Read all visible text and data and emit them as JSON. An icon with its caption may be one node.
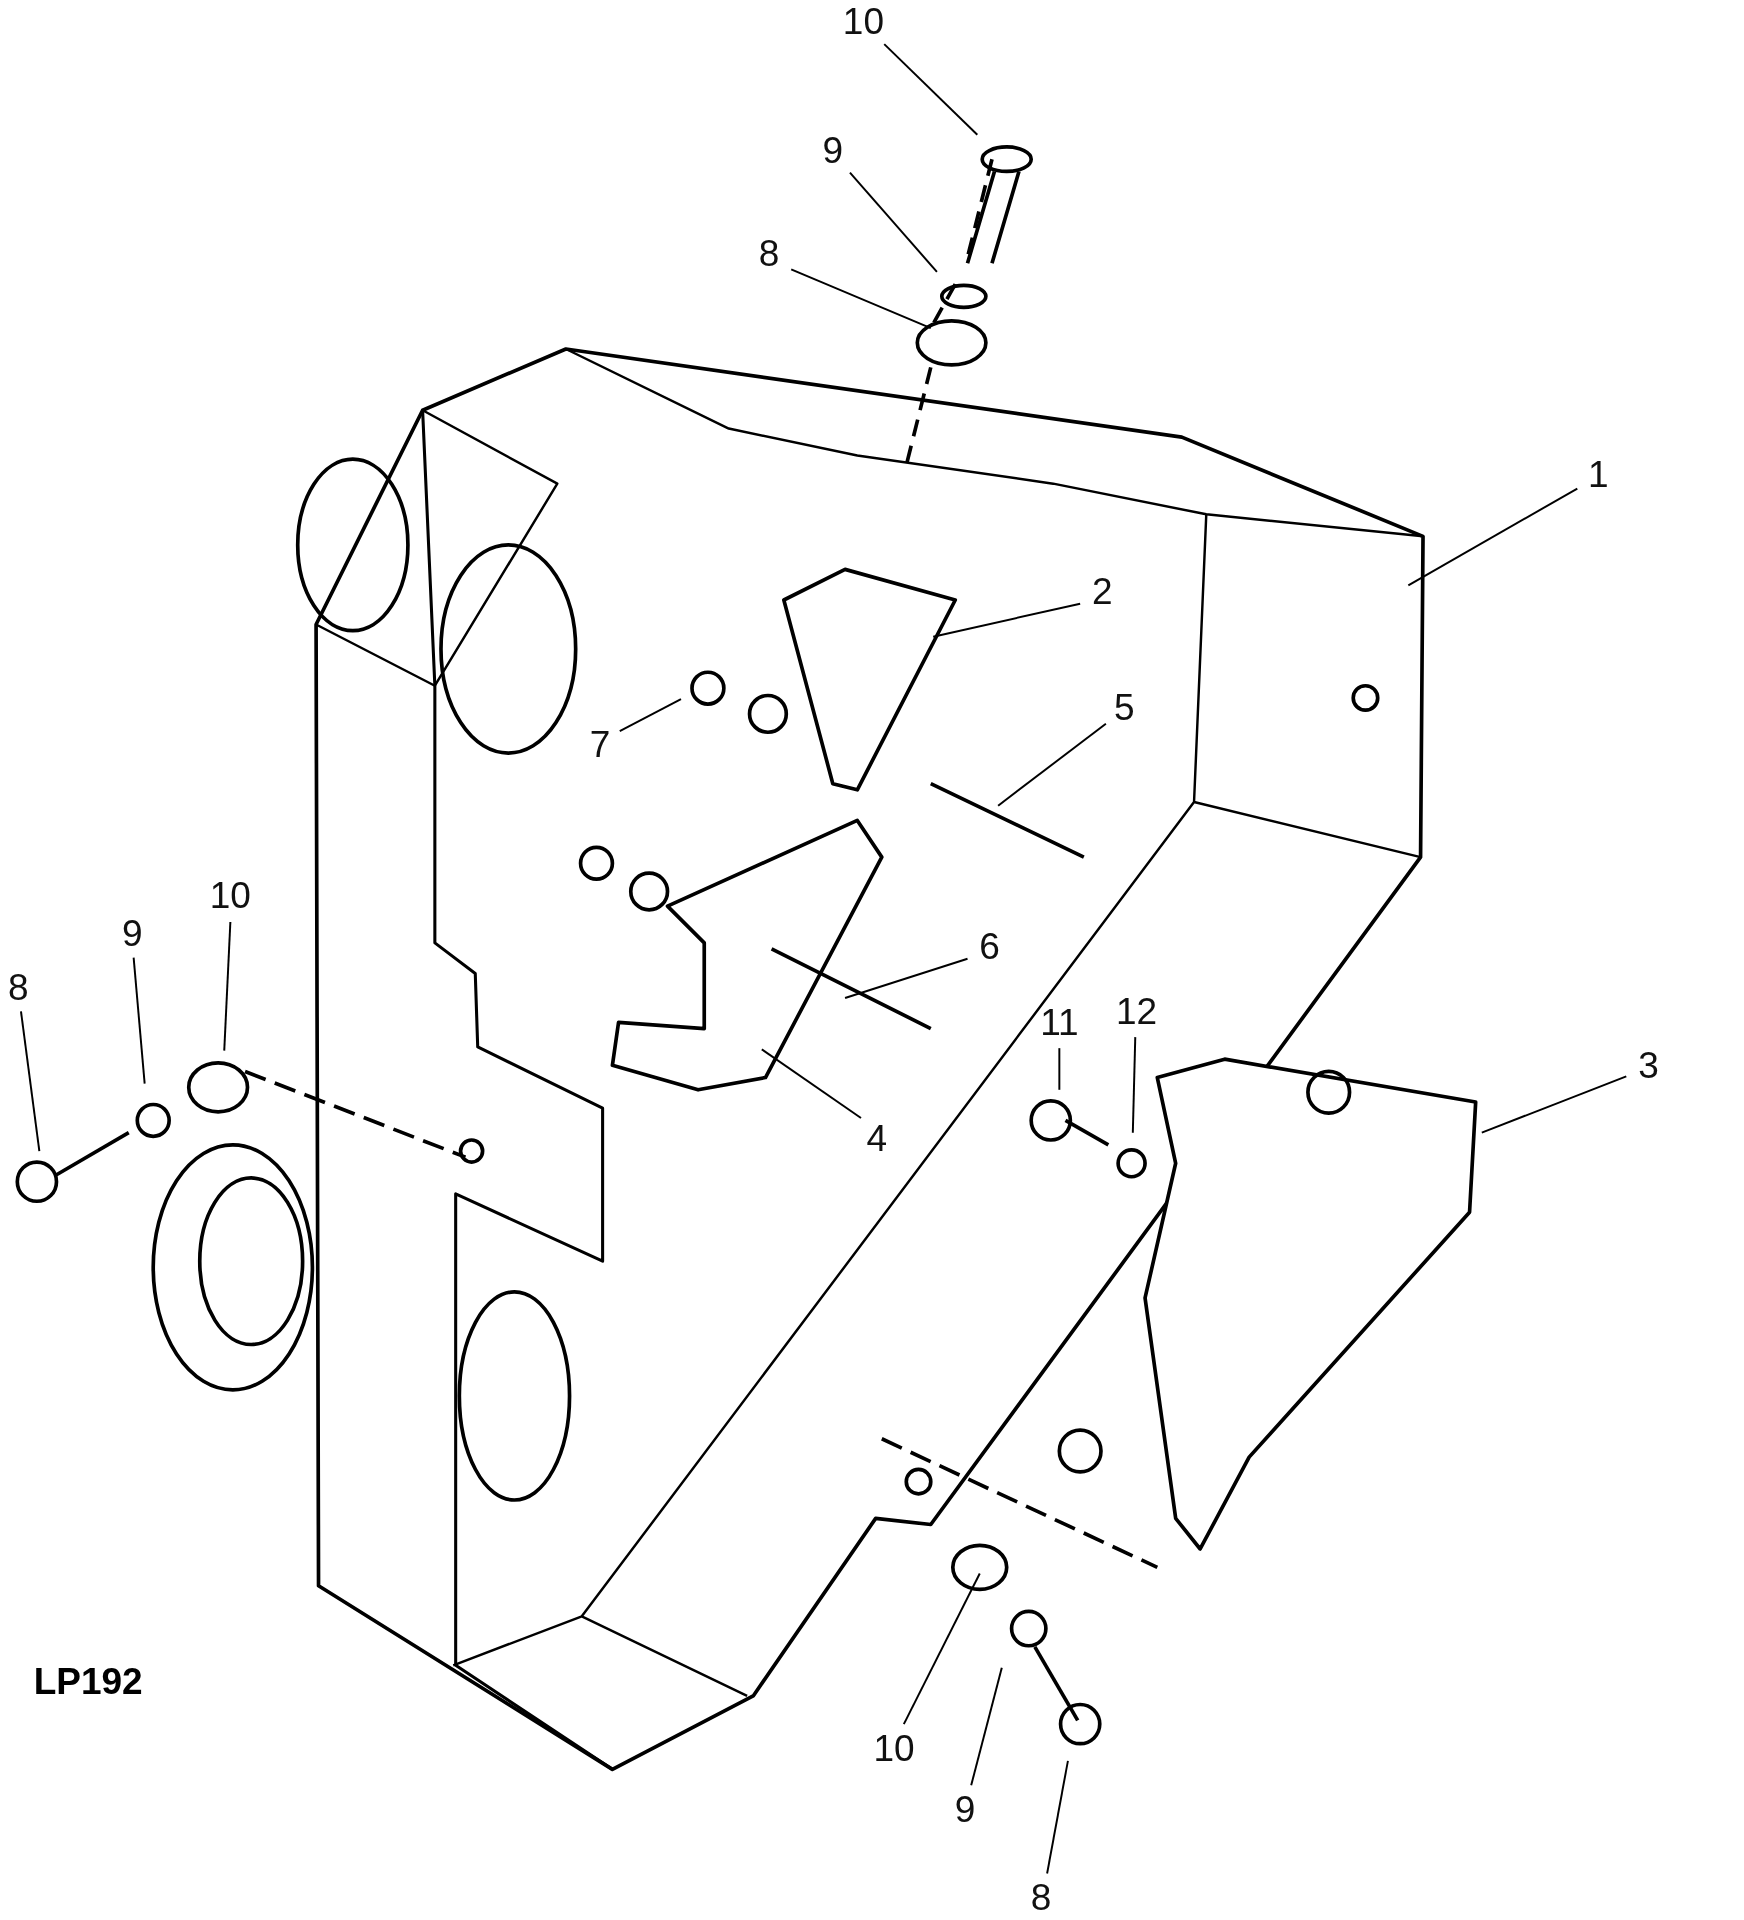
{
  "diagram": {
    "nodes": [
      {
        "text": [
          "10"
        ]
      },
      {
        "text": [
          "9"
        ]
      },
      {
        "text": [
          "8"
        ]
      },
      {
        "text": [
          "1"
        ]
      },
      {
        "text": [
          "2"
        ]
      },
      {
        "text": [
          "5"
        ]
      },
      {
        "text": [
          "7"
        ]
      },
      {
        "text": [
          "6"
        ]
      },
      {
        "text": [
          "4"
        ]
      },
      {
        "text": [
          "3"
        ]
      },
      {
        "text": [
          "11"
        ]
      },
      {
        "text": [
          "12"
        ]
      },
      {
        "text": [
          "10"
        ]
      },
      {
        "text": [
          "9"
        ]
      },
      {
        "text": [
          "8"
        ]
      },
      {
        "text": [
          "10"
        ]
      },
      {
        "text": [
          "9"
        ]
      },
      {
        "text": [
          "8"
        ]
      }
    ],
    "edges": [
      {
        "from": 0,
        "to": null,
        "arrow": "none"
      },
      {
        "from": 1,
        "to": null,
        "arrow": "none"
      },
      {
        "from": 2,
        "to": null,
        "arrow": "none"
      },
      {
        "from": 3,
        "to": null,
        "arrow": "none"
      },
      {
        "from": 4,
        "to": null,
        "arrow": "none"
      },
      {
        "from": 5,
        "to": null,
        "arrow": "none"
      },
      {
        "from": 6,
        "to": null,
        "arrow": "none"
      },
      {
        "from": 7,
        "to": null,
        "arrow": "none"
      },
      {
        "from": 8,
        "to": null,
        "arrow": "none"
      },
      {
        "from": 9,
        "to": null,
        "arrow": "none"
      },
      {
        "from": 10,
        "to": null,
        "arrow": "none"
      },
      {
        "from": 11,
        "to": null,
        "arrow": "none"
      },
      {
        "from": 12,
        "to": null,
        "arrow": "none"
      },
      {
        "from": 13,
        "to": null,
        "arrow": "none"
      },
      {
        "from": 14,
        "to": null,
        "arrow": "none"
      },
      {
        "from": 15,
        "to": null,
        "arrow": "none"
      },
      {
        "from": 16,
        "to": null,
        "arrow": "none"
      },
      {
        "from": 17,
        "to": null,
        "arrow": "none"
      }
    ],
    "labels": [
      "LP192"
    ]
  }
}
